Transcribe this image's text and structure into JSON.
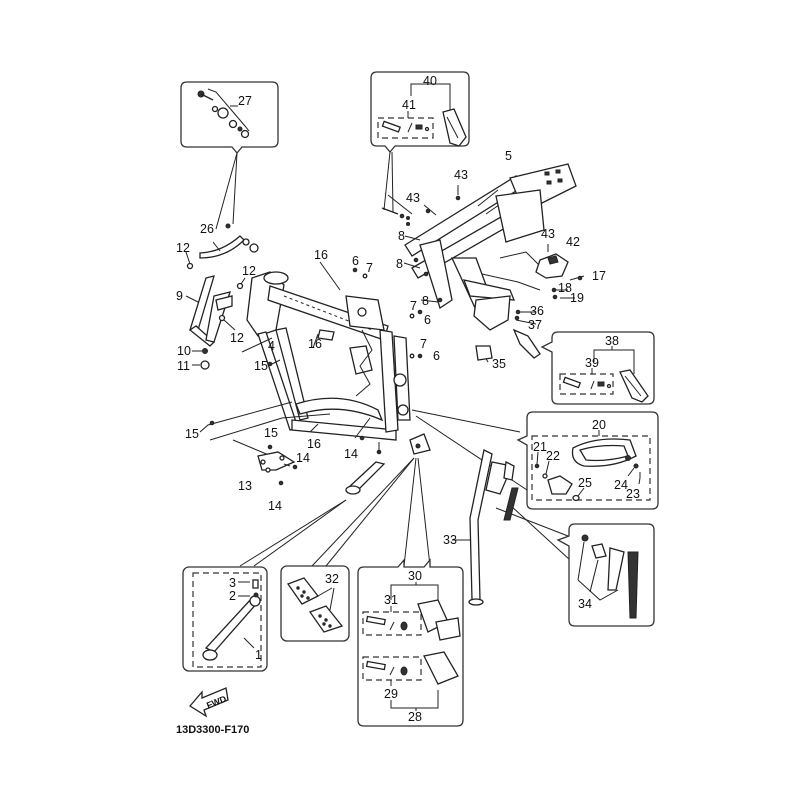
{
  "diagram": {
    "title_code": "13D3300-F170",
    "fwd_label": "FWD",
    "part_labels": {
      "p1": "1",
      "p2": "2",
      "p3": "3",
      "p4": "4",
      "p5": "5",
      "p6a": "6",
      "p6b": "6",
      "p6c": "6",
      "p7a": "7",
      "p7b": "7",
      "p7c": "7",
      "p8a": "8",
      "p8b": "8",
      "p8c": "8",
      "p9": "9",
      "p10": "10",
      "p11": "11",
      "p12a": "12",
      "p12b": "12",
      "p12c": "12",
      "p13": "13",
      "p14a": "14",
      "p14b": "14",
      "p14c": "14",
      "p15a": "15",
      "p15b": "15",
      "p15c": "15",
      "p16a": "16",
      "p16b": "16",
      "p16c": "16",
      "p17": "17",
      "p18": "18",
      "p19": "19",
      "p20": "20",
      "p21": "21",
      "p22": "22",
      "p23": "23",
      "p24": "24",
      "p25": "25",
      "p26": "26",
      "p27": "27",
      "p28": "28",
      "p29": "29",
      "p30": "30",
      "p31": "31",
      "p32": "32",
      "p33": "33",
      "p34": "34",
      "p35": "35",
      "p36": "36",
      "p37": "37",
      "p38": "38",
      "p39": "39",
      "p40": "40",
      "p41": "41",
      "p42": "42",
      "p43a": "43",
      "p43b": "43",
      "p43c": "43"
    }
  }
}
